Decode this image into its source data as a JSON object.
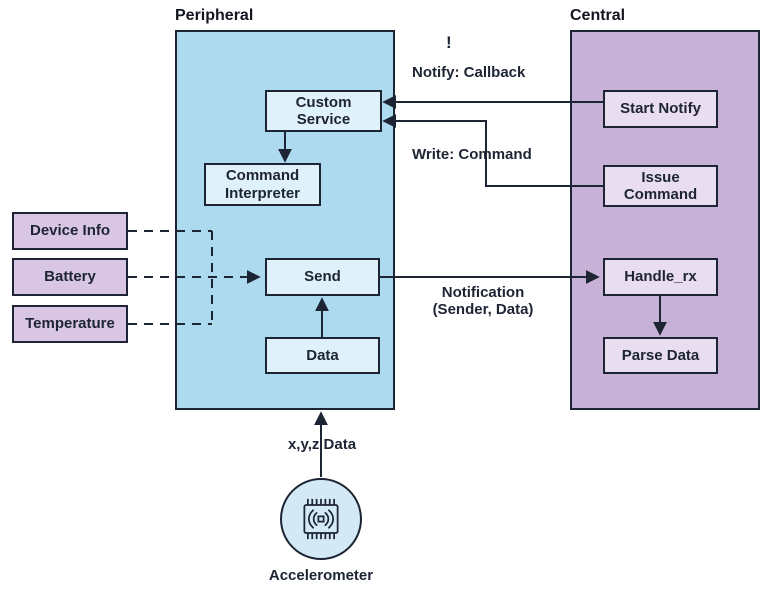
{
  "peripheral": {
    "title": "Peripheral",
    "custom_service": "Custom\nService",
    "command_interpreter": "Command\nInterpreter",
    "send": "Send",
    "data": "Data"
  },
  "central": {
    "title": "Central",
    "start_notify": "Start Notify",
    "issue_command": "Issue\nCommand",
    "handle_rx": "Handle_rx",
    "parse_data": "Parse Data"
  },
  "sources": {
    "device_info": "Device Info",
    "battery": "Battery",
    "temperature": "Temperature"
  },
  "labels": {
    "exclaim": "!",
    "notify_callback": "Notify: Callback",
    "write_command": "Write: Command",
    "notification": "Notification\n(Sender, Data)",
    "xyz_data": "x,y,z Data",
    "accelerometer": "Accelerometer"
  },
  "icons": {
    "accelerometer_chip": "mems-chip-icon"
  },
  "colors": {
    "peripheral_fill": "#aedaef",
    "central_fill": "#c7b1d6",
    "source_fill": "#d9c6e5",
    "inner_blue": "#dff1fb",
    "inner_purple": "#e8def0",
    "circle_fill": "#d3eaf6",
    "ink": "#1d2433",
    "bg": "#ffffff"
  }
}
